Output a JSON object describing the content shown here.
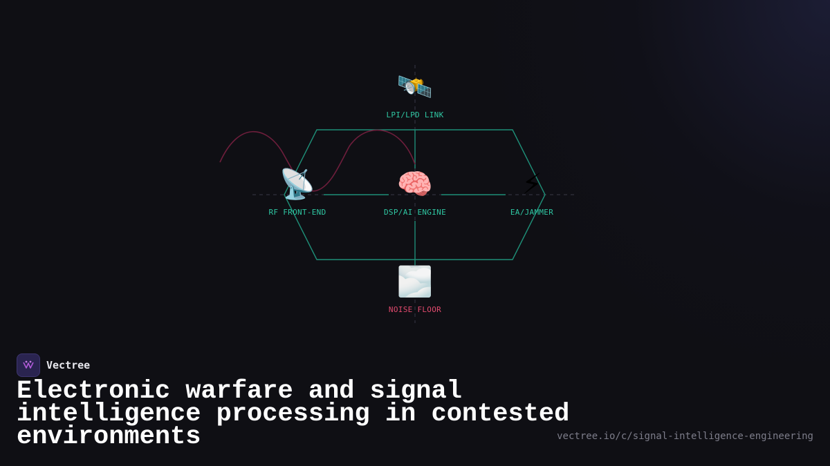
{
  "diagram": {
    "nodes": [
      {
        "id": "satellite",
        "icon": "satellite-icon",
        "glyph": "🛰️",
        "label": "LPI/LPD LINK",
        "color": "#2fc7a3"
      },
      {
        "id": "antenna",
        "icon": "satellite-antenna-icon",
        "glyph": "📡",
        "label": "RF FRONT-END",
        "color": "#2fc7a3"
      },
      {
        "id": "brain",
        "icon": "brain-icon",
        "glyph": "🧠",
        "label": "DSP/AI ENGINE",
        "color": "#2fc7a3"
      },
      {
        "id": "bolt",
        "icon": "lightning-bolt-icon",
        "glyph": "⚡",
        "label": "EA/JAMMER",
        "color": "#2fc7a3"
      },
      {
        "id": "cloud",
        "icon": "cloud-icon",
        "glyph": "🌫️",
        "label": "NOISE FLOOR",
        "color": "#e24a6e"
      }
    ],
    "colors": {
      "link": "#1f8f78",
      "wave": "#7a2040",
      "grid": "#3a3a48"
    }
  },
  "brand": {
    "name": "Vectree",
    "logo_color": "#b05ad8"
  },
  "headline": "Electronic warfare and signal intelligence processing in contested environments",
  "url": "vectree.io/c/signal-intelligence-engineering"
}
